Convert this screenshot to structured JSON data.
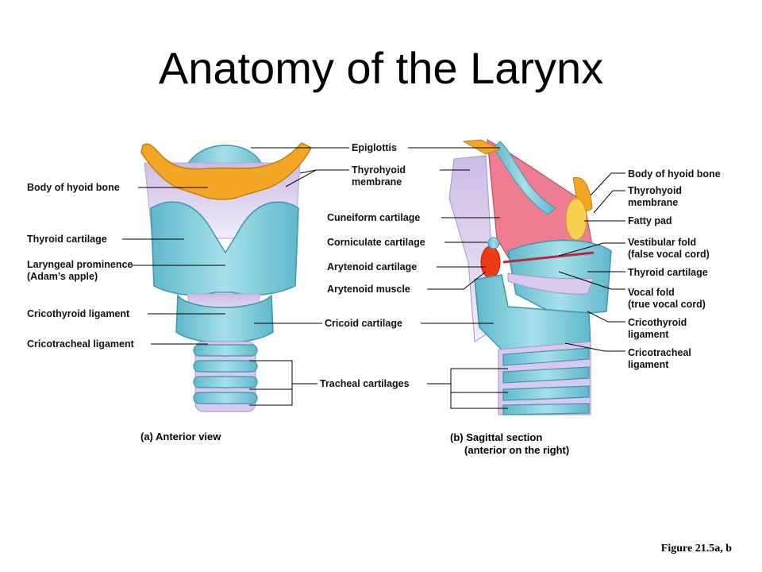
{
  "title": "Anatomy of the Larynx",
  "anterior": {
    "labels": {
      "body_of_hyoid_bone": "Body of hyoid bone",
      "thyroid_cartilage": "Thyroid cartilage",
      "laryngeal_prominence": "Laryngeal prominence\n(Adam’s apple)",
      "cricothyroid_ligament": "Cricothyroid ligament",
      "cricotracheal_ligament": "Cricotracheal ligament"
    },
    "caption": "(a) Anterior view"
  },
  "shared": {
    "epiglottis": "Epiglottis",
    "thyrohyoid_membrane": "Thyrohyoid\nmembrane",
    "cuneiform_cartilage": "Cuneiform cartilage",
    "corniculate_cartilage": "Corniculate cartilage",
    "arytenoid_cartilage": "Arytenoid cartilage",
    "arytenoid_muscle": "Arytenoid muscle",
    "cricoid_cartilage": "Cricoid cartilage",
    "tracheal_cartilages": "Tracheal cartilages"
  },
  "sagittal": {
    "labels": {
      "body_of_hyoid_bone": "Body of hyoid bone",
      "thyrohyoid_membrane": "Thyrohyoid\nmembrane",
      "fatty_pad": "Fatty pad",
      "vestibular_fold": "Vestibular fold\n(false vocal cord)",
      "thyroid_cartilage": "Thyroid cartilage",
      "vocal_fold": "Vocal fold\n(true vocal cord)",
      "cricothyroid_ligament": "Cricothyroid\nligament",
      "cricotracheal_ligament": "Cricotracheal\nligament"
    },
    "caption": "(b) Sagittal section\n     (anterior on the right)"
  },
  "figure_ref": "Figure 21.5a, b",
  "colors": {
    "cartilage": "#8fd3e0",
    "cartilage_dark": "#4fa9bd",
    "hyoid": "#f2a623",
    "membrane": "#d9c9ec",
    "mucosa": "#ee7d92",
    "arytenoid": "#ee3a17",
    "fat": "#f7d04d"
  }
}
